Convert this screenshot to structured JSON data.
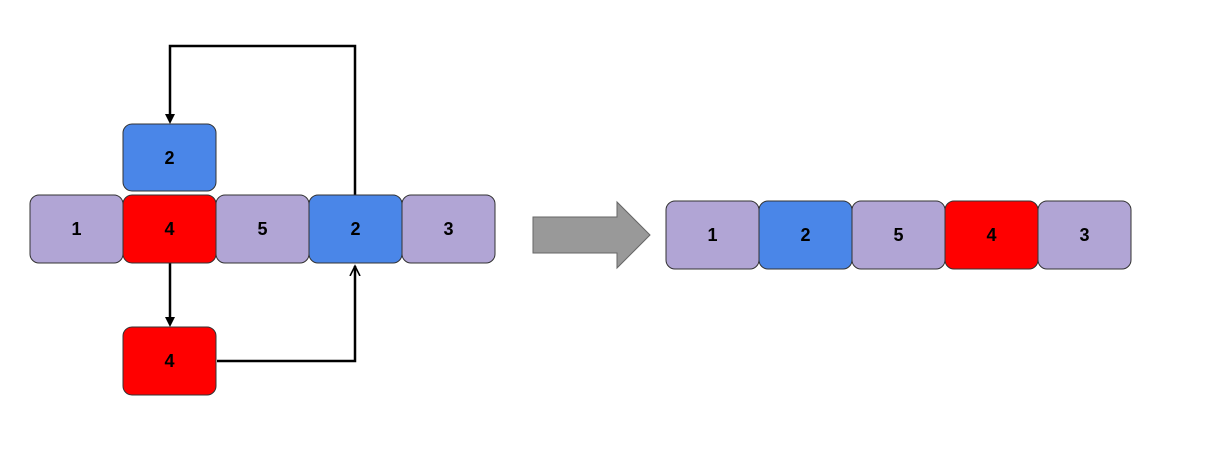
{
  "colors": {
    "lavender": "#b1a5d5",
    "blue": "#4a86e8",
    "red": "#ff0000",
    "arrow_gray": "#999999",
    "stroke": "#333333",
    "line": "#000000"
  },
  "before": {
    "array": [
      {
        "label": "1",
        "color": "lavender"
      },
      {
        "label": "4",
        "color": "red"
      },
      {
        "label": "5",
        "color": "lavender"
      },
      {
        "label": "2",
        "color": "blue"
      },
      {
        "label": "3",
        "color": "lavender"
      }
    ],
    "lifted_blue": {
      "label": "2",
      "color": "blue"
    },
    "lifted_red": {
      "label": "4",
      "color": "red"
    }
  },
  "after": {
    "array": [
      {
        "label": "1",
        "color": "lavender"
      },
      {
        "label": "2",
        "color": "blue"
      },
      {
        "label": "5",
        "color": "lavender"
      },
      {
        "label": "4",
        "color": "red"
      },
      {
        "label": "3",
        "color": "lavender"
      }
    ]
  },
  "transition_arrow": {
    "icon": "right-arrow-icon"
  }
}
